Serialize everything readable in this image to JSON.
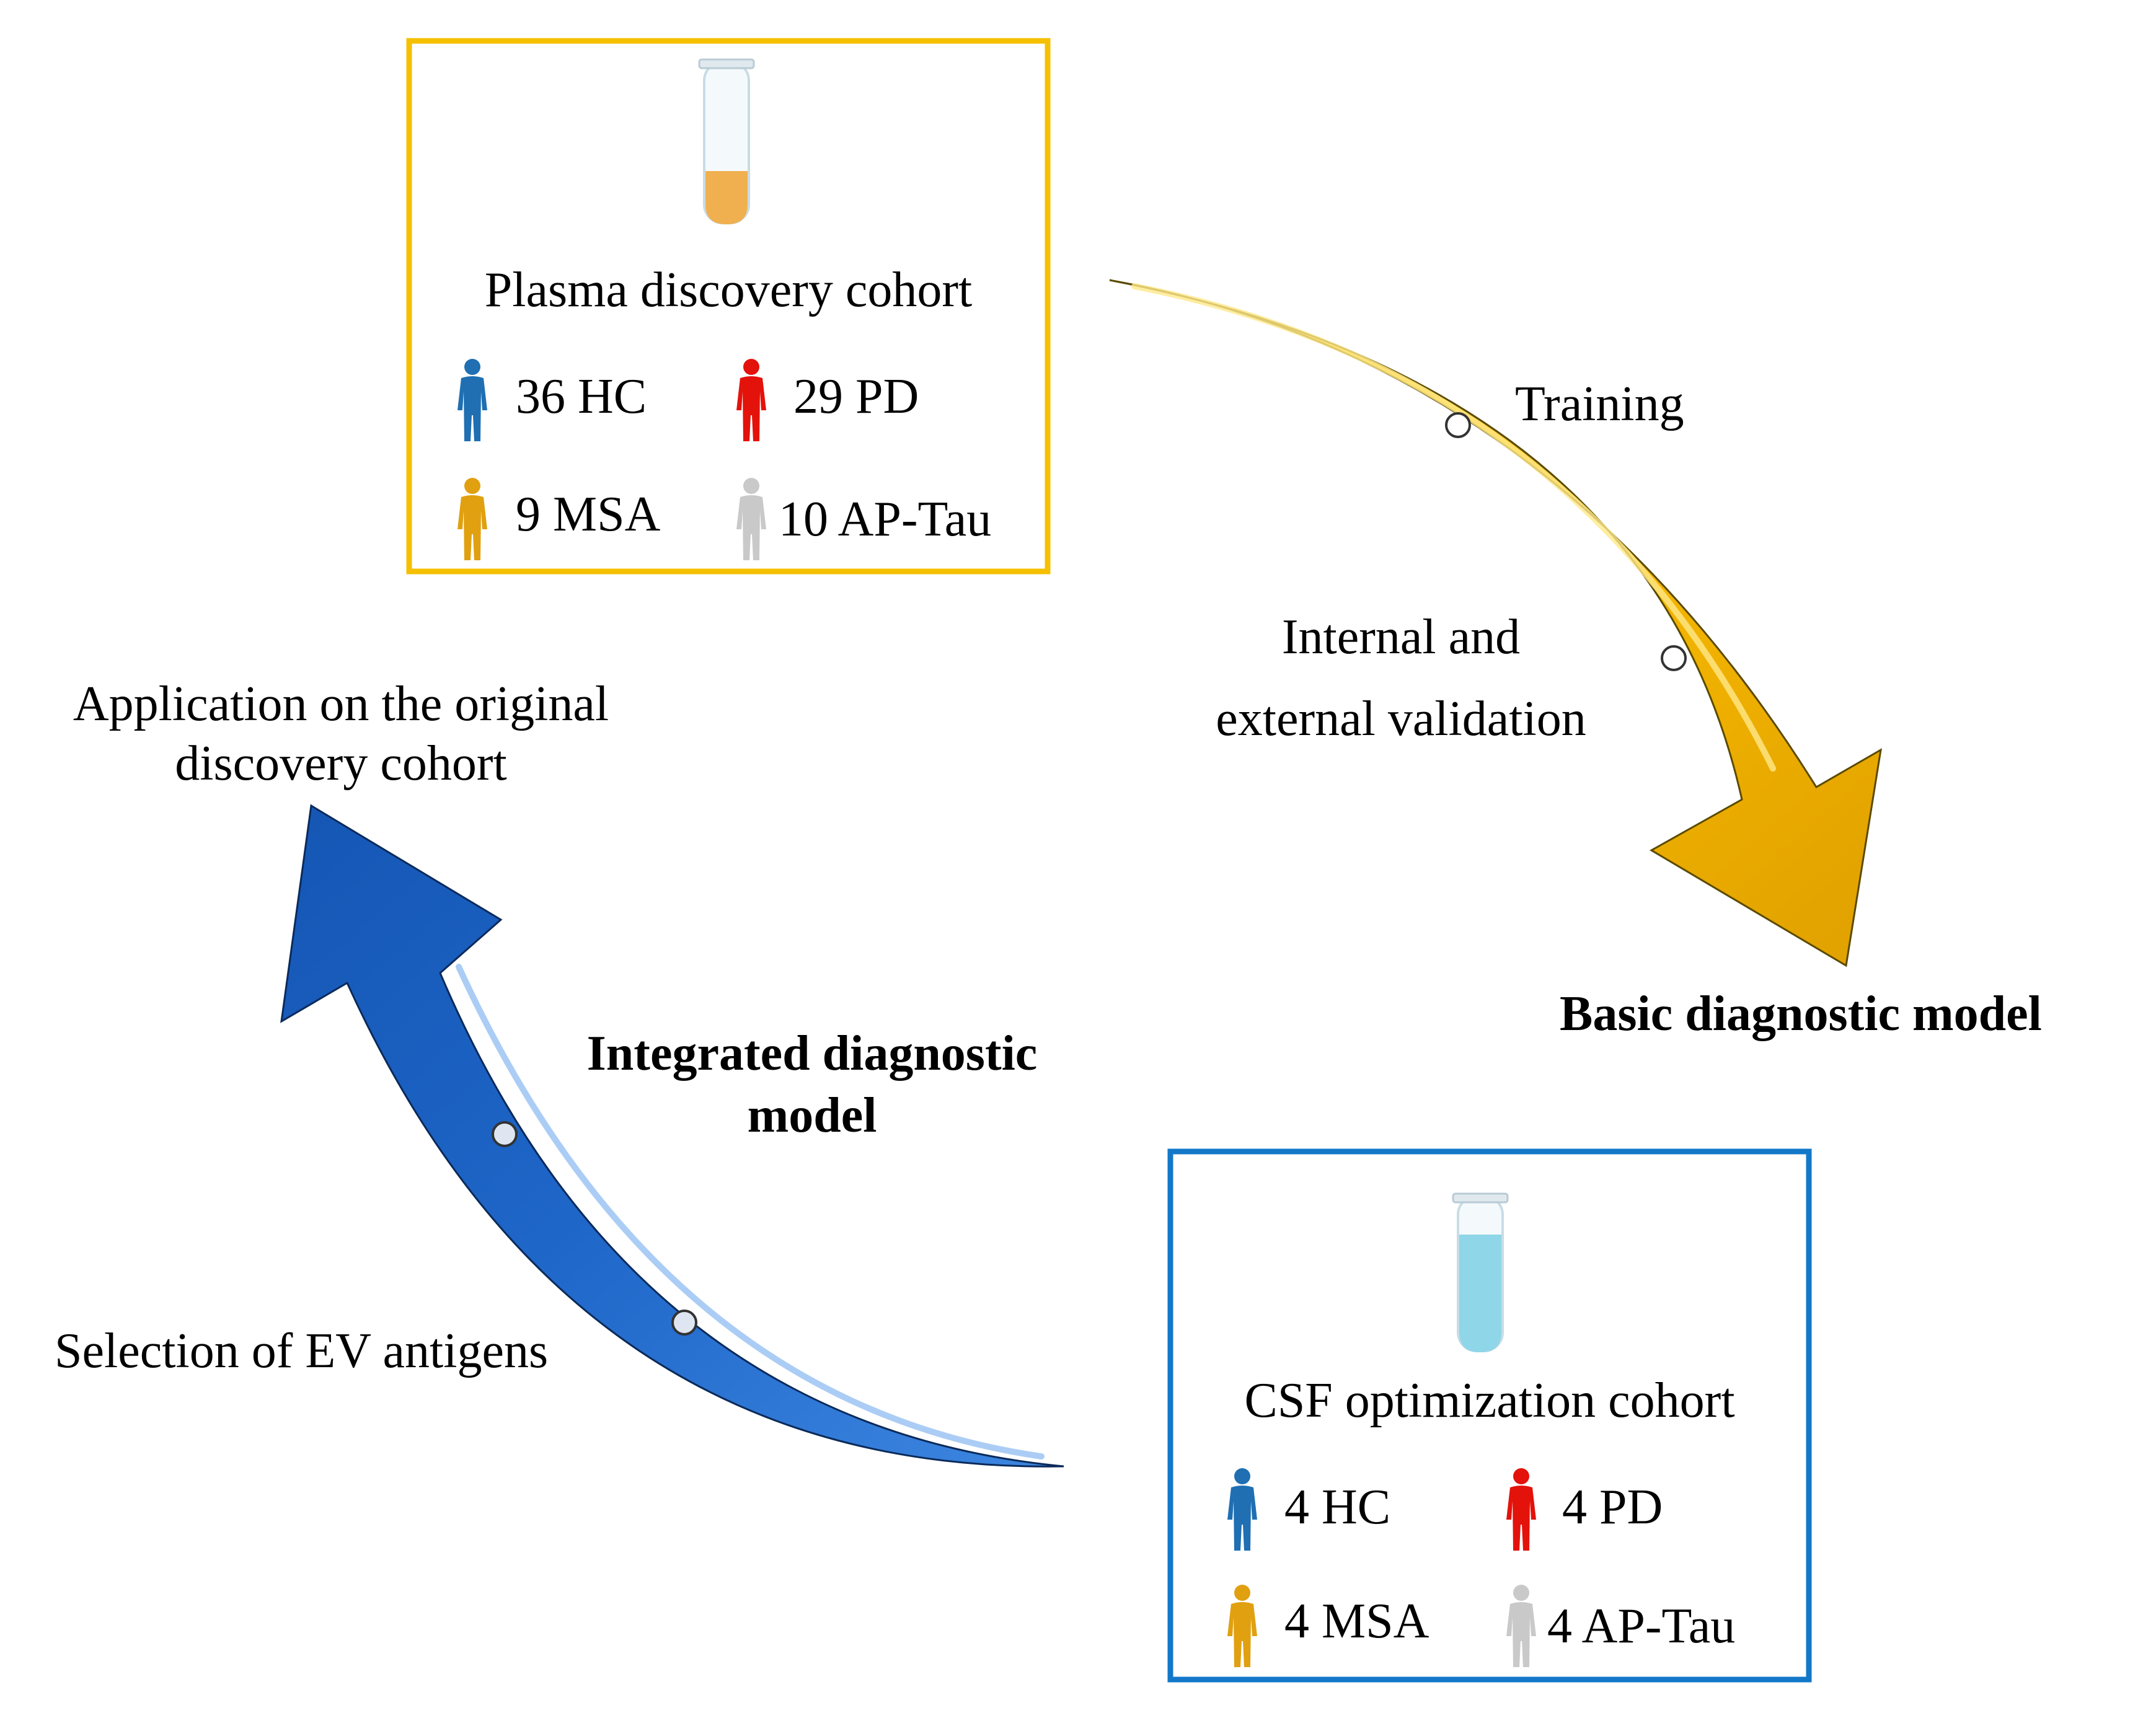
{
  "colors": {
    "plasma_border": "#f5c000",
    "csf_border": "#1478c8",
    "hc": "#1f6fb2",
    "pd": "#e3120b",
    "msa": "#e0a010",
    "ap_tau": "#c9c9c9",
    "arrow_yellow": "#f7b900",
    "arrow_blue": "#1e66c8",
    "plasma_fluid": "#f0b050",
    "csf_fluid": "#8fd6e8"
  },
  "icons": {
    "tube": "test-tube-icon",
    "person": "person-icon",
    "waypoint": "circle-marker-icon"
  },
  "plasma_box": {
    "title": "Plasma discovery cohort",
    "groups": [
      {
        "label": "36 HC"
      },
      {
        "label": "29 PD"
      },
      {
        "label": "9 MSA"
      },
      {
        "label": "10 AP-Tau"
      }
    ]
  },
  "csf_box": {
    "title": "CSF optimization cohort",
    "groups": [
      {
        "label": "4 HC"
      },
      {
        "label": "4 PD"
      },
      {
        "label": "4 MSA"
      },
      {
        "label": "4 AP-Tau"
      }
    ]
  },
  "yellow_arrow": {
    "step1": "Training",
    "step2": [
      "Internal and",
      "external validation"
    ],
    "result": "Basic diagnostic model"
  },
  "blue_arrow": {
    "step1": "Selection of EV antigens",
    "result": [
      "Integrated diagnostic",
      "model"
    ],
    "application": [
      "Application on the original",
      "discovery cohort"
    ]
  }
}
